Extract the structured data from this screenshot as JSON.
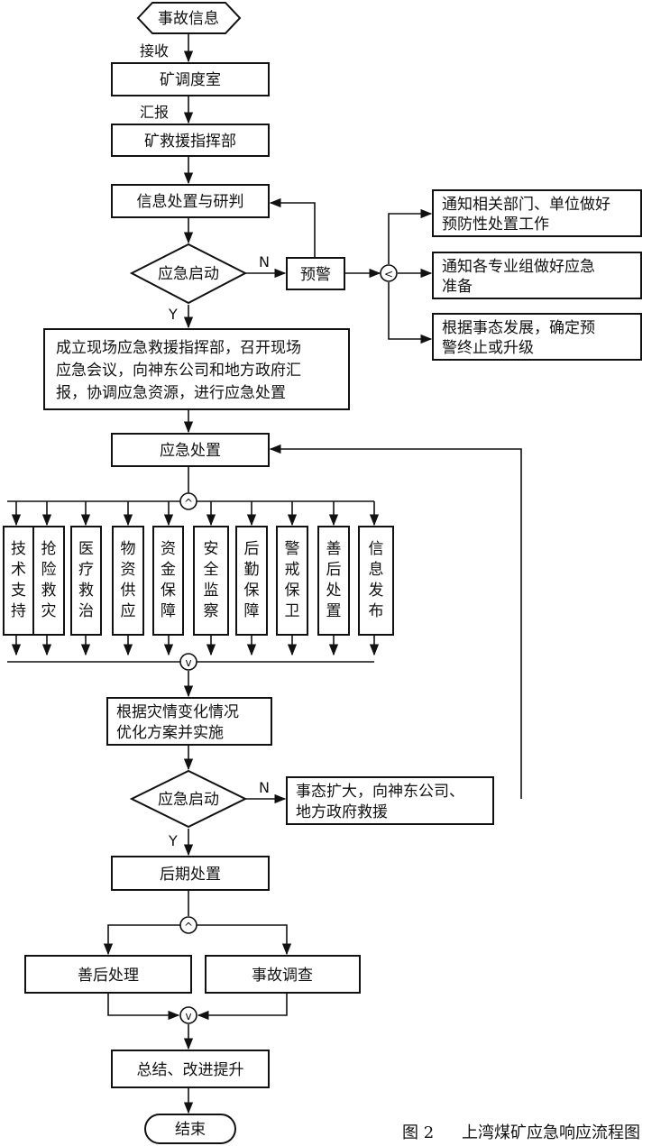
{
  "nodes": {
    "start": "事故信息",
    "dispatch": "矿调度室",
    "command": "矿救援指挥部",
    "analysis": "信息处置与研判",
    "decision1": "应急启动",
    "warning": "预警",
    "notify1": [
      "通知相关部门、单位做好",
      "预防性处置工作"
    ],
    "notify2": [
      "通知各专业组做好应急",
      "准备"
    ],
    "notify3": [
      "根据事态发展，确定预",
      "警终止或升级"
    ],
    "onsite": [
      "成立现场应急救援指挥部，召开现场",
      "应急会议，向神东公司和地方政府汇",
      "报，协调应急资源，进行应急处置"
    ],
    "response": "应急处置",
    "groups": [
      "技术支持",
      "抢险救灾",
      "医疗救治",
      "物资供应",
      "资金保障",
      "安全监察",
      "后勤保障",
      "警戒保卫",
      "善后处置",
      "信息发布"
    ],
    "optimize": [
      "根据灾情变化情况",
      "优化方案并实施"
    ],
    "decision2": "应急启动",
    "escalate": [
      "事态扩大，向神东公司、",
      "地方政府救援"
    ],
    "post": "后期处置",
    "aftermath": "善后处理",
    "investigation": "事故调查",
    "summary": "总结、改进提升",
    "end": "结束"
  },
  "edge_labels": {
    "receive": "接收",
    "report": "汇报",
    "no1": "N",
    "yes1": "Y",
    "no2": "N",
    "yes2": "Y"
  },
  "gate_symbols": {
    "and_split": "^",
    "and_join": "v",
    "or_split": "<"
  },
  "caption": {
    "figure": "图 2",
    "title": "上湾煤矿应急响应流程图"
  }
}
